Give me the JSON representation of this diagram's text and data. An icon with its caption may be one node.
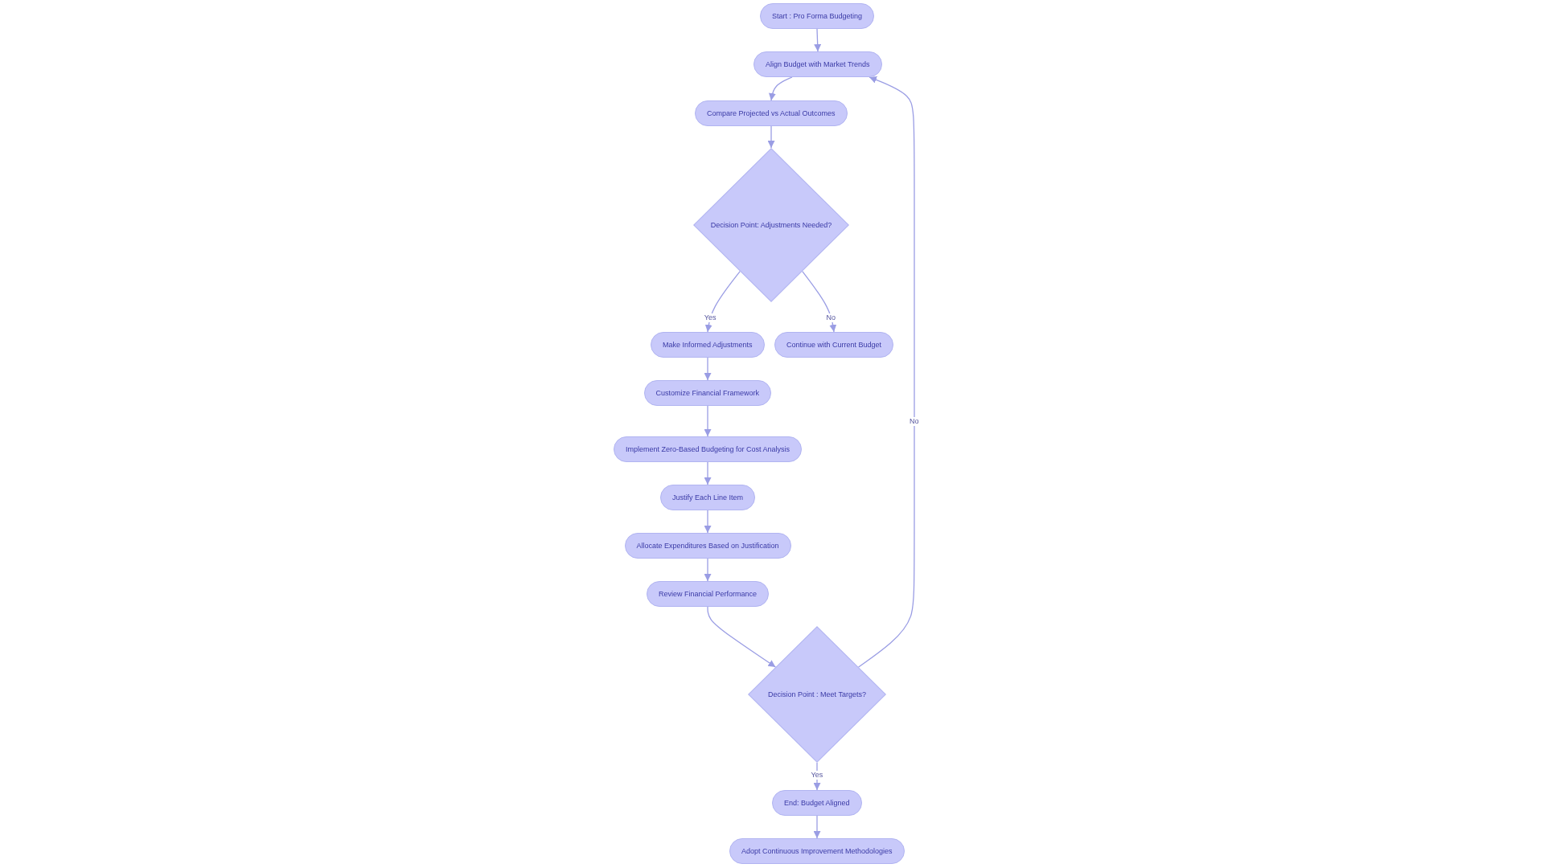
{
  "diagram": {
    "nodes": [
      {
        "text": [
          "Start : Pro Forma Budgeting"
        ]
      },
      {
        "text": [
          "Align Budget with Market Trends"
        ]
      },
      {
        "text": [
          "Compare Projected vs Actual Outcomes"
        ]
      },
      {
        "text": [
          "Decision Point: Adjustments Needed?"
        ]
      },
      {
        "text": [
          "Make Informed Adjustments"
        ]
      },
      {
        "text": [
          "Continue with Current Budget"
        ]
      },
      {
        "text": [
          "Customize Financial Framework"
        ]
      },
      {
        "text": [
          "Implement Zero-Based Budgeting for Cost Analysis"
        ]
      },
      {
        "text": [
          "Justify Each Line Item"
        ]
      },
      {
        "text": [
          "Allocate Expenditures Based on Justification"
        ]
      },
      {
        "text": [
          "Review Financial Performance"
        ]
      },
      {
        "text": [
          "Decision Point : Meet Targets?"
        ]
      },
      {
        "text": [
          "End: Budget Aligned"
        ]
      },
      {
        "text": [
          "Adopt Continuous Improvement Methodologies"
        ]
      }
    ],
    "edges": [
      {
        "from": 0,
        "to": 1,
        "arrow": "to"
      },
      {
        "from": 1,
        "to": 2,
        "arrow": "to"
      },
      {
        "from": 2,
        "to": 3,
        "arrow": "to"
      },
      {
        "from": 3,
        "to": 4,
        "arrow": "to",
        "label": "Yes"
      },
      {
        "from": 3,
        "to": 5,
        "arrow": "to",
        "label": "No"
      },
      {
        "from": 4,
        "to": 6,
        "arrow": "to"
      },
      {
        "from": 6,
        "to": 7,
        "arrow": "to"
      },
      {
        "from": 7,
        "to": 8,
        "arrow": "to"
      },
      {
        "from": 8,
        "to": 9,
        "arrow": "to"
      },
      {
        "from": 9,
        "to": 10,
        "arrow": "to"
      },
      {
        "from": 10,
        "to": 11,
        "arrow": "to"
      },
      {
        "from": 11,
        "to": 12,
        "arrow": "to",
        "label": "Yes"
      },
      {
        "from": 11,
        "to": 1,
        "arrow": "to",
        "label": "No"
      },
      {
        "from": 12,
        "to": 13,
        "arrow": "to"
      }
    ]
  }
}
